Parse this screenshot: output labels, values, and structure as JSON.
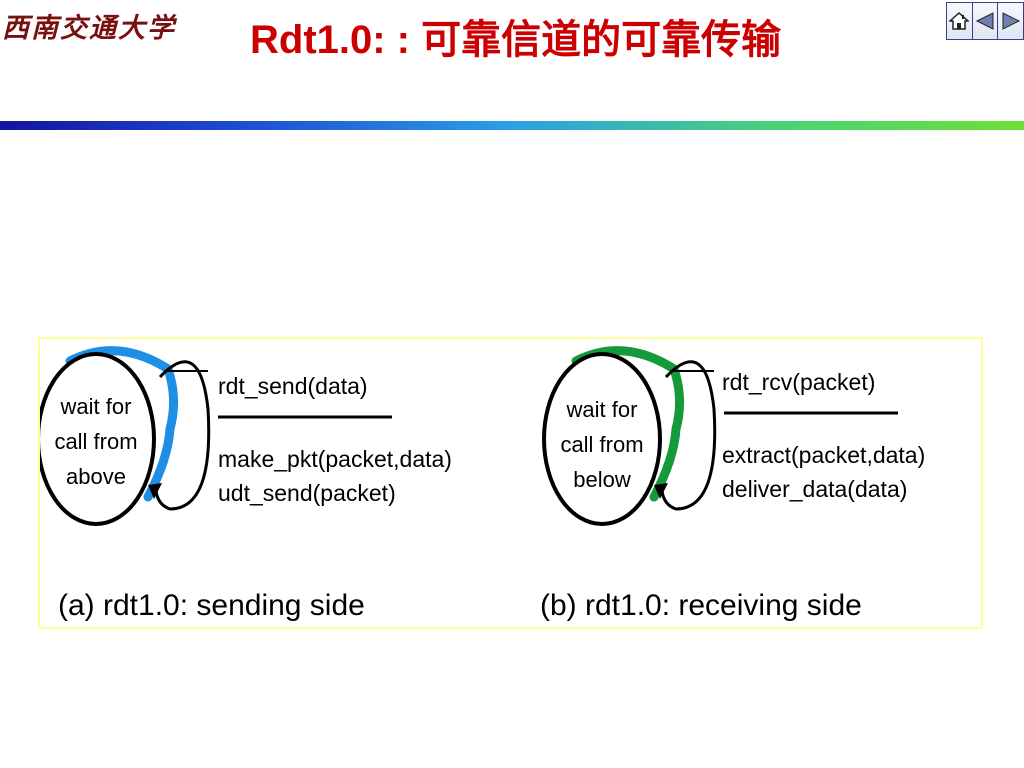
{
  "header": {
    "logo_text": "西南交通大学",
    "title": "Rdt1.0: : 可靠信道的可靠传输"
  },
  "nav": {
    "home_icon": "home-icon",
    "prev_icon": "triangle-left-icon",
    "next_icon": "triangle-right-icon"
  },
  "colors": {
    "title": "#cc0000",
    "sender_arc": "#1f8fe6",
    "receiver_arc": "#149a3a",
    "frame": "#ffff99"
  },
  "figure": {
    "sender": {
      "state_lines": [
        "wait for",
        "call from",
        "above"
      ],
      "event": "rdt_send(data)",
      "actions": [
        "make_pkt(packet,data)",
        "udt_send(packet)"
      ],
      "caption": "(a) rdt1.0: sending side"
    },
    "receiver": {
      "state_lines": [
        "wait for",
        "call from",
        "below"
      ],
      "event": "rdt_rcv(packet)",
      "actions": [
        "extract(packet,data)",
        "deliver_data(data)"
      ],
      "caption": "(b) rdt1.0: receiving side"
    }
  }
}
